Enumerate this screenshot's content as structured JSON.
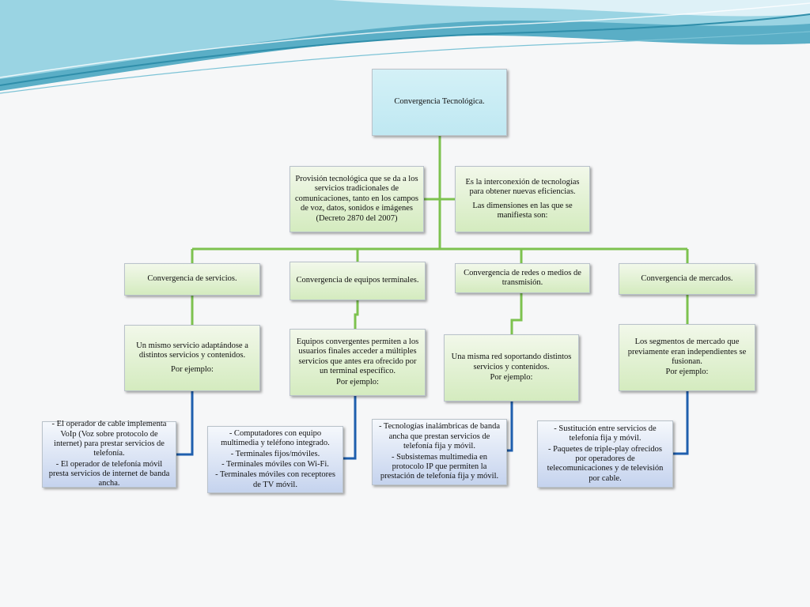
{
  "diagram": {
    "root": {
      "label": "Convergencia Tecnológica."
    },
    "definitions": [
      {
        "id": "definition",
        "lines": [
          "Provisión tecnológica que se da a los servicios  tradicionales de comunicaciones, tanto en los campos de voz, datos, sonidos e imágenes (Decreto 2870 del 2007)"
        ]
      },
      {
        "id": "dimensions",
        "lines": [
          "Es la interconexión de tecnologías para obtener nuevas eficiencias.",
          "Las dimensiones en las que se manifiesta son:"
        ]
      }
    ],
    "categories": [
      {
        "id": "servicios",
        "label": "Convergencia de servicios.",
        "description": [
          "Un mismo servicio adaptándose a distintos servicios y contenidos.",
          "Por ejemplo:"
        ],
        "examples": [
          "- El operador de cable implementa VoIp (Voz sobre protocolo de internet) para prestar servicios de telefonía.",
          "- El operador de telefonía móvil presta servicios de internet de banda ancha."
        ]
      },
      {
        "id": "equipos",
        "label": "Convergencia de equipos terminales.",
        "description": [
          "Equipos convergentes permiten a los usuarios finales acceder a múltiples servicios que antes era ofrecido por un terminal específico.",
          "Por ejemplo:"
        ],
        "examples": [
          "- Computadores con equipo multimedia y teléfono integrado.",
          "- Terminales fijos/móviles.",
          "- Terminales móviles con Wi-Fi.",
          "- Terminales móviles con receptores de TV móvil."
        ]
      },
      {
        "id": "redes",
        "label": "Convergencia de redes o medios de transmisión.",
        "description": [
          "Una misma red soportando distintos servicios y contenidos.",
          "Por ejemplo:"
        ],
        "examples": [
          "- Tecnologías inalámbricas de banda ancha que prestan servicios de telefonía fija y móvil.",
          "- Subsistemas multimedia en protocolo IP que permiten la prestación de telefonía fija y móvil."
        ]
      },
      {
        "id": "mercados",
        "label": "Convergencia de mercados.",
        "description": [
          "Los segmentos de mercado que previamente eran independientes se fusionan.",
          "Por ejemplo:"
        ],
        "examples": [
          "- Sustitución entre servicios de telefonía fija y móvil.",
          "-  Paquetes de triple-play ofrecidos por operadores de telecomunicaciones y de televisión por cable."
        ]
      }
    ]
  },
  "colors": {
    "green_connector": "#7dc24f",
    "blue_connector": "#1f5fae",
    "banner_dark": "#3e9bb5",
    "banner_light": "#9fd5e4"
  }
}
